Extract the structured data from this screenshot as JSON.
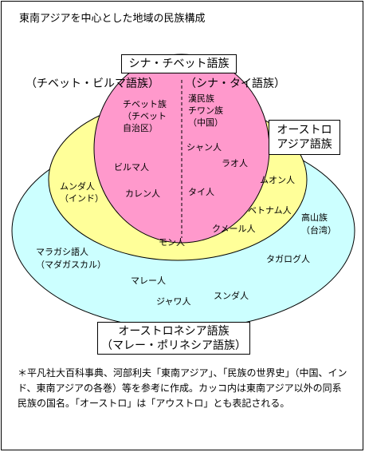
{
  "title": "東南アジアを中心とした地域の民族構成",
  "groups": {
    "sino_tibetan": "シナ・チベット語族",
    "tibeto_burman": "（チベット・ビルマ語族）",
    "sino_tai": "（シナ・タイ語族）",
    "austro_asiatic_line1": "オーストロ",
    "austro_asiatic_line2": "アジア語族",
    "austronesian_line1": "オーストロネシア語族",
    "austronesian_line2": "（マレー・ポリネシア語族）"
  },
  "peoples": {
    "tibetan_1": "チベット族",
    "tibetan_2": "（チベット",
    "tibetan_3": "自治区）",
    "han_1": "漢民族",
    "han_2": "チワン族",
    "han_3": "（中国）",
    "shan": "シャン人",
    "lao": "ラオ人",
    "burmese": "ビルマ人",
    "karen": "カレン人",
    "thai": "タイ人",
    "munda_1": "ムンダ人",
    "munda_2": "（インド）",
    "mon_people": "ムオン人",
    "vietnamese": "ベトナム人",
    "khmer": "クメール人",
    "mon": "モン人",
    "highland_1": "高山族",
    "highland_2": "（台湾）",
    "malagasy_1": "マラガシ語人",
    "malagasy_2": "（マダガスカル）",
    "tagalog": "タガログ人",
    "malay": "マレー人",
    "sunda": "スンダ人",
    "java": "ジャワ人"
  },
  "note": "＊平凡社大百科事典、河部利夫「東南アジア」、「民族の世界史」（中国、インド、東南アジアの各巻）等を参考に作成。カッコ内は東南アジア以外の同系民族の国名。「オーストロ」は「アウストロ」とも表記される。",
  "colors": {
    "austronesian": "#ccffff",
    "austro_asiatic": "#ffff99",
    "sino_tibetan": "#ff99cc",
    "outline": "#000000"
  }
}
